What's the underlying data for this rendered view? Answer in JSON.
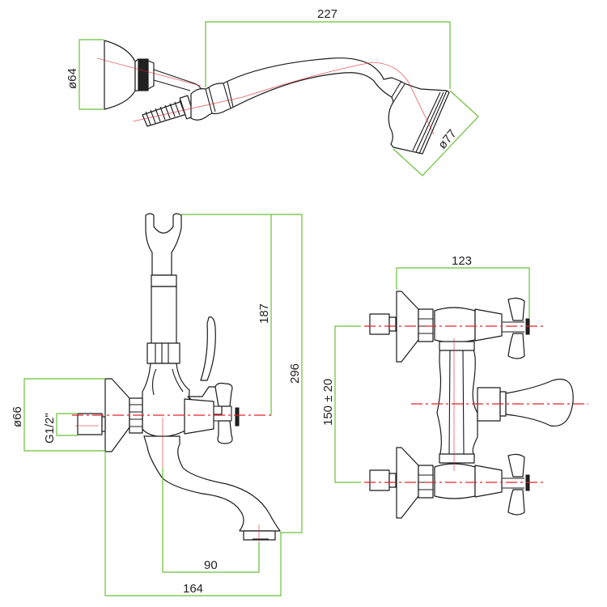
{
  "colors": {
    "dimension_line": "#6abf3a",
    "center_line": "#e0252b",
    "outline": "#1a1a1a"
  },
  "views": {
    "hand_shower": {
      "dimensions": {
        "length": "227",
        "holder_diameter": "ø64",
        "head_diameter": "ø77"
      }
    },
    "side_view": {
      "dimensions": {
        "holder_height": "187",
        "total_height": "296",
        "flange_diameter": "ø66",
        "thread": "G1/2\"",
        "spout_reach": "90",
        "total_depth": "164"
      }
    },
    "front_view": {
      "dimensions": {
        "width": "123",
        "center_distance": "150 ± 20"
      }
    }
  }
}
